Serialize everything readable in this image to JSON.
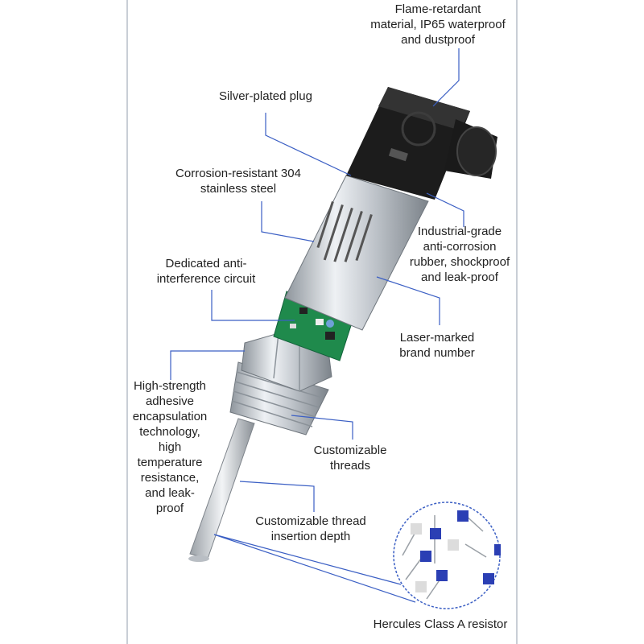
{
  "labels": {
    "flame": "Flame-retardant\nmaterial, IP65 waterproof\nand dustproof",
    "plug": "Silver-plated plug",
    "steel": "Corrosion-resistant 304\nstainless steel",
    "rubber": "Industrial-grade\nanti-corrosion\nrubber, shockproof\nand leak-proof",
    "circuit": "Dedicated anti-\ninterference circuit",
    "laser": "Laser-marked\nbrand number",
    "adhesive": "High-strength\nadhesive\nencapsulation\ntechnology,\nhigh\ntemperature\nresistance,\nand leak-\nproof",
    "threads": "Customizable\nthreads",
    "depth": "Customizable thread\ninsertion depth",
    "resistor": "Hercules Class A resistor"
  },
  "colors": {
    "leader_line": "#3b5fc4",
    "body_steel": "#c7ccd2",
    "housing_black": "#1c1c1c",
    "pcb_green": "#1f8a4c",
    "resistor_blue": "#2b3fb4"
  },
  "icons": [
    "connector-housing",
    "pcb-board",
    "hex-nut",
    "probe-rod",
    "resistor-component"
  ]
}
